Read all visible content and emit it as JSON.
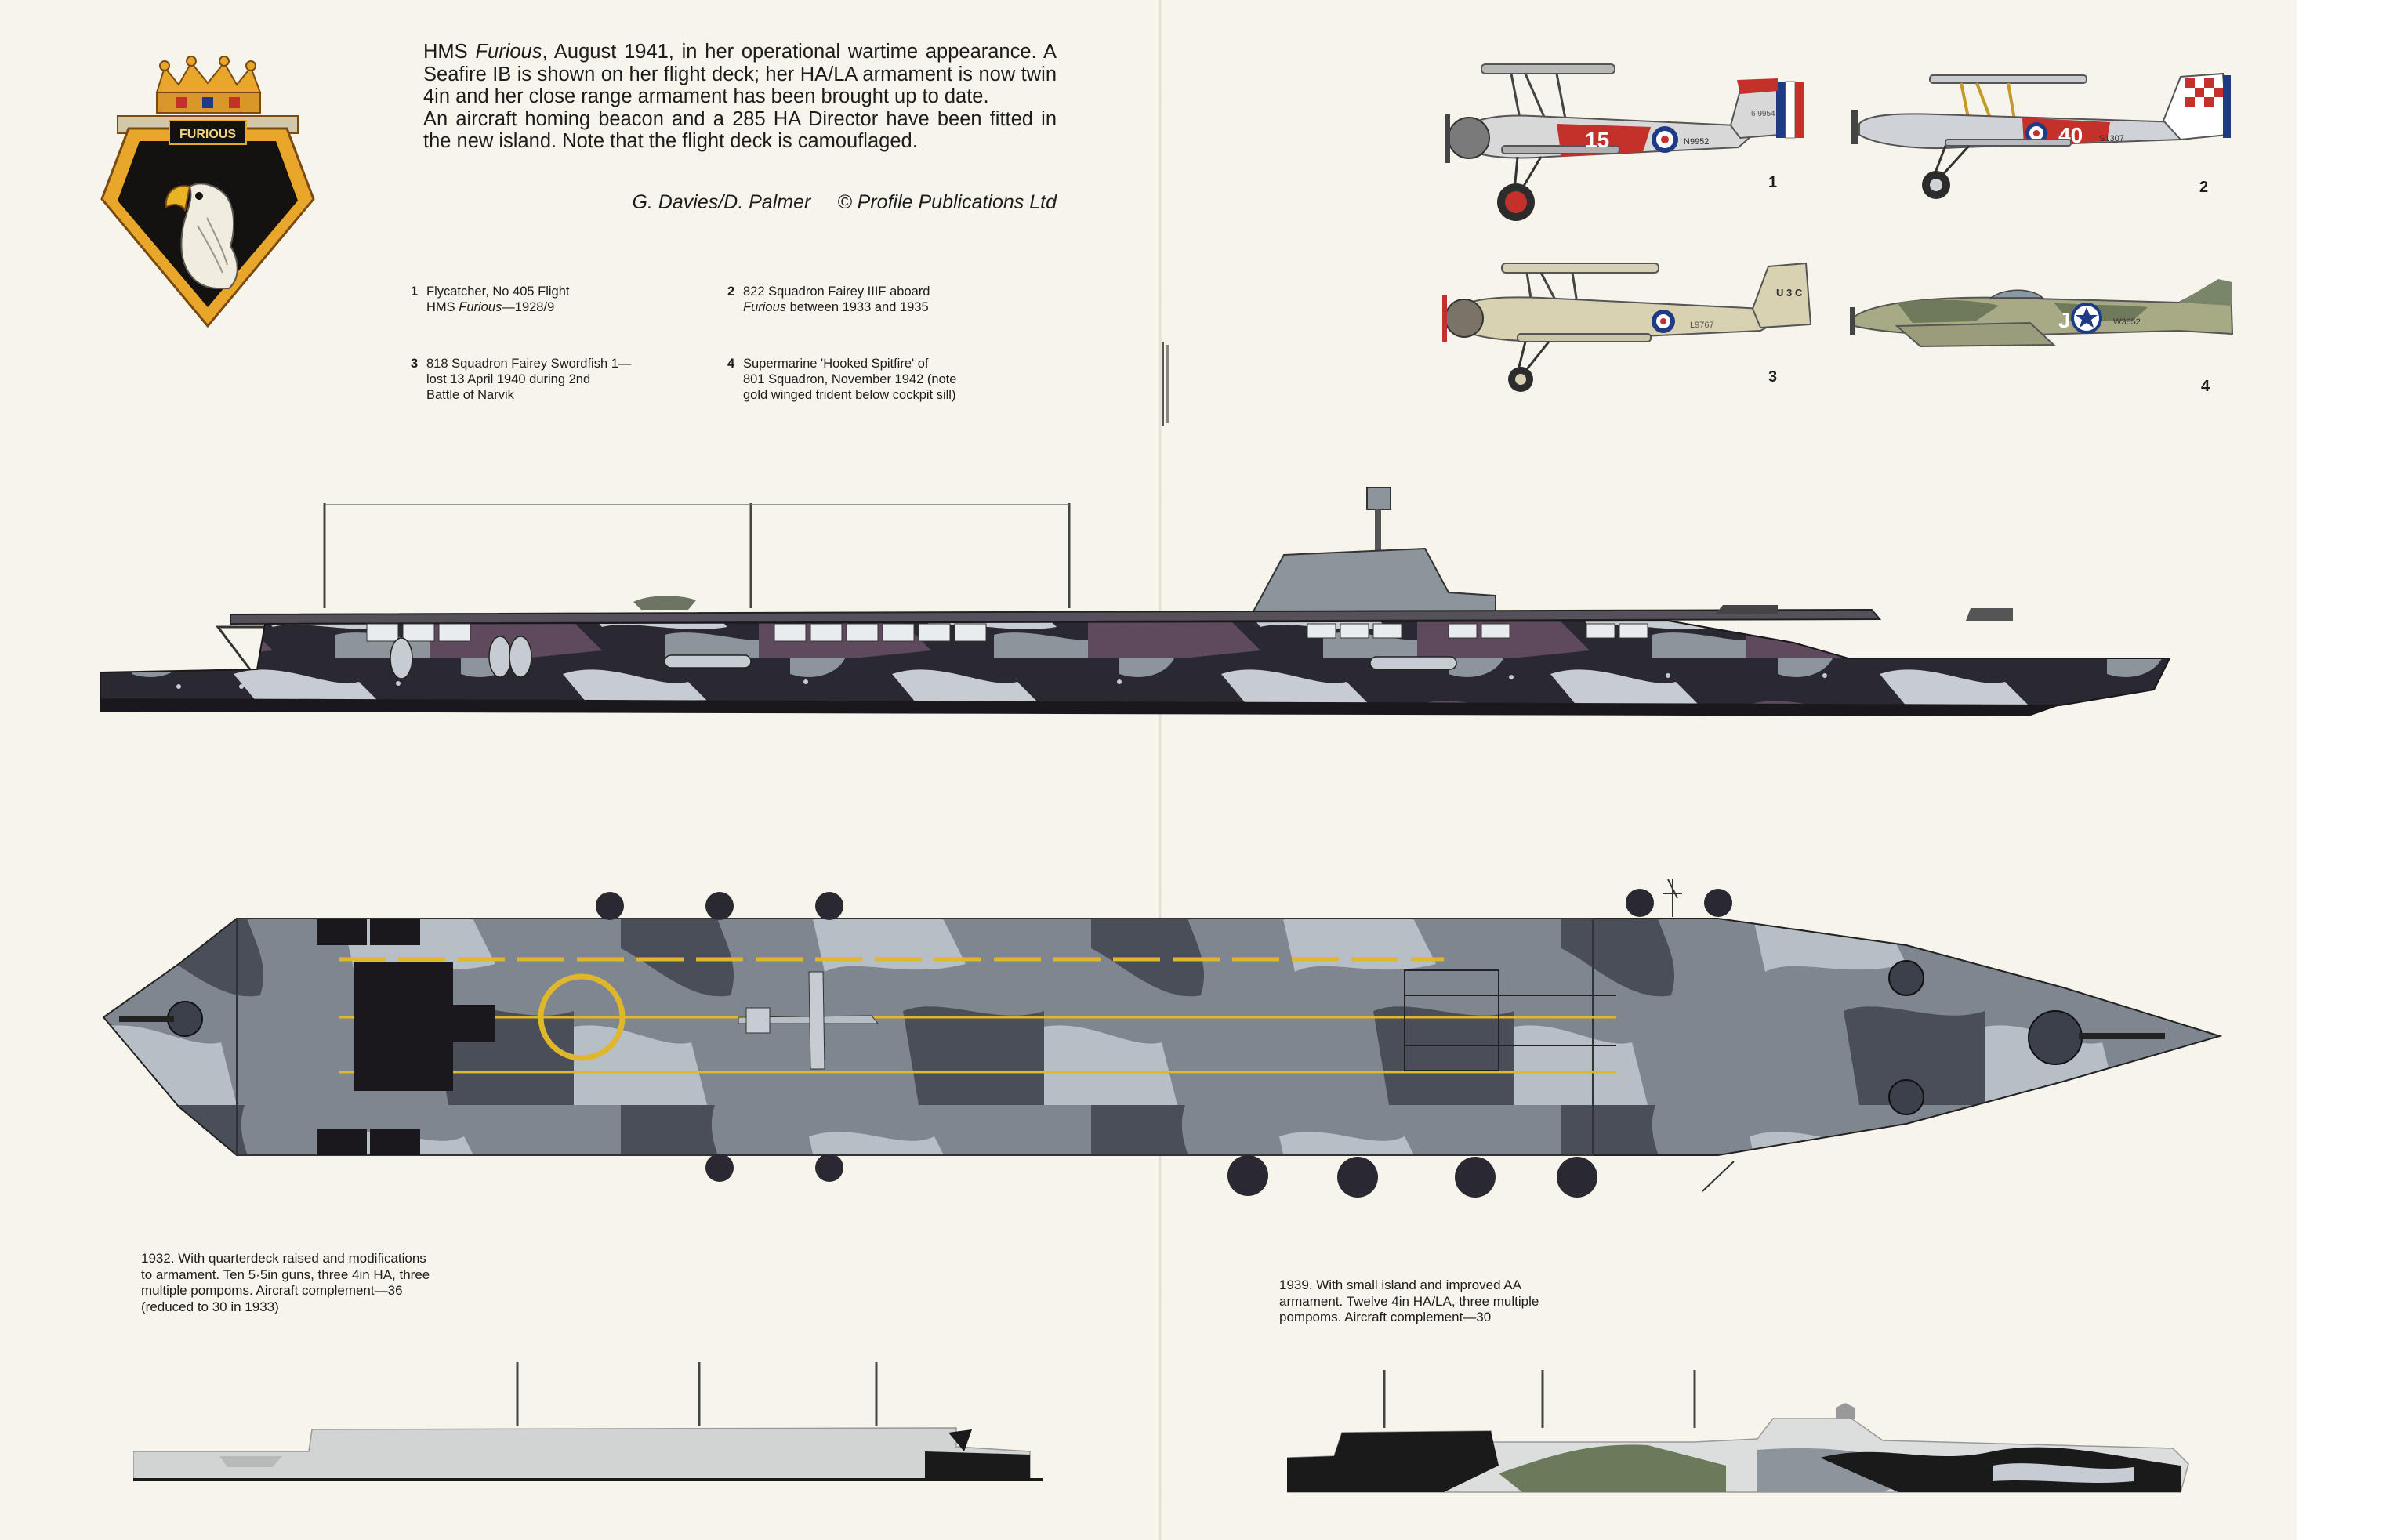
{
  "caption": {
    "ship_prefix": "HMS ",
    "ship_name": "Furious",
    "line1_rest": ", August 1941, in her operational wartime appearance. A Seafire IB is shown on her flight deck; her HA/LA armament is now twin 4in and her close range armament has been brought up to date.",
    "paragraph2": "An aircraft homing beacon and a 285 HA Director have been fitted in the new island. Note that the flight deck is camouflaged.",
    "artists": "G. Davies/D. Palmer",
    "copyright": "© Profile Publications Ltd"
  },
  "badge": {
    "ship_label": "FURIOUS"
  },
  "aircraft_key": [
    {
      "num": "1",
      "line1": "Flycatcher, No 405 Flight",
      "line2_pre": "HMS ",
      "line2_italic": "Furious",
      "line2_post": "—1928/9",
      "line3": ""
    },
    {
      "num": "2",
      "line1": "822 Squadron Fairey IIIF aboard",
      "line2_pre": "",
      "line2_italic": "Furious",
      "line2_post": " between 1933 and 1935",
      "line3": ""
    },
    {
      "num": "3",
      "line1": "818 Squadron Fairey Swordfish 1—",
      "line2_pre": "lost 13 April 1940 during 2nd",
      "line2_italic": "",
      "line2_post": "",
      "line3": "Battle of Narvik"
    },
    {
      "num": "4",
      "line1": "Supermarine 'Hooked Spitfire' of",
      "line2_pre": "801 Squadron, November 1942 (note",
      "line2_italic": "",
      "line2_post": "",
      "line3": "gold winged trident below cockpit sill)"
    }
  ],
  "aircraft": [
    {
      "num": "1",
      "fuselage_number": "15",
      "serial": "N9952",
      "fin_code": "6 9954"
    },
    {
      "num": "2",
      "fuselage_number": "40",
      "serial": "S1307"
    },
    {
      "num": "3",
      "fin_code": "U 3 C",
      "serial": "L9767"
    },
    {
      "num": "4",
      "code_letter": "J",
      "serial": "W3852"
    }
  ],
  "variants": [
    {
      "lines": [
        "1932. With quarterdeck raised and modifications",
        "to armament. Ten 5·5in guns, three 4in HA, three",
        "multiple pompoms. Aircraft complement—36",
        "(reduced to 30 in 1933)"
      ]
    },
    {
      "lines": [
        "1939. With small island and improved AA",
        "armament. Twelve 4in HA/LA, three multiple",
        "pompoms. Aircraft complement—30"
      ]
    }
  ],
  "colors": {
    "paper": "#f7f4ec",
    "camo_dark": "#2a2830",
    "camo_purple": "#5e4a5c",
    "camo_grey": "#8c949c",
    "camo_light": "#c6ccd2",
    "deck_line": "#e0b62a",
    "badge_gold": "#e8a62a",
    "roundel_red": "#c4302a",
    "roundel_blue": "#1f3b86"
  }
}
